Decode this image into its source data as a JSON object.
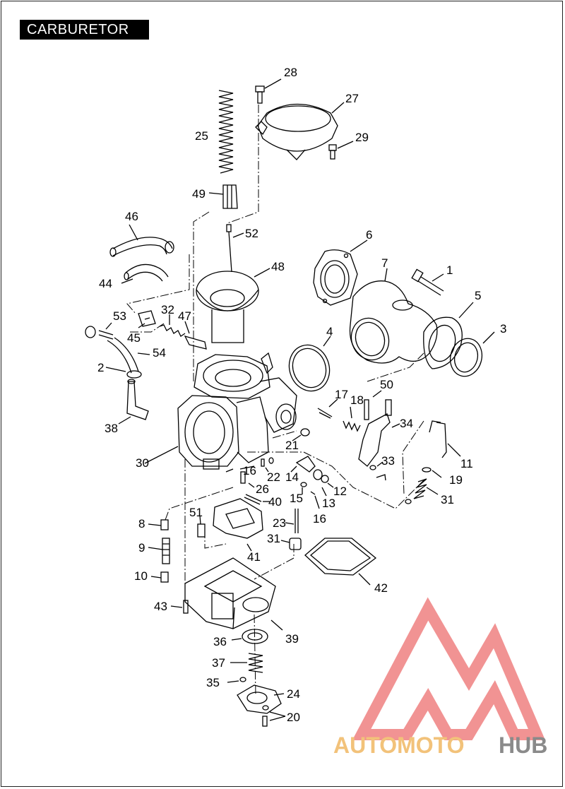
{
  "title": "CARBURETOR",
  "watermark": {
    "part1": "AUTOMOTO",
    "part2": "HUB",
    "color_part1": "#f2c27a",
    "color_part2": "#8a8a8a",
    "logo_color": "#ee8080"
  },
  "callouts": [
    {
      "id": "c1",
      "text": "1"
    },
    {
      "id": "c2",
      "text": "2"
    },
    {
      "id": "c3",
      "text": "3"
    },
    {
      "id": "c4",
      "text": "4"
    },
    {
      "id": "c5",
      "text": "5"
    },
    {
      "id": "c6",
      "text": "6"
    },
    {
      "id": "c7",
      "text": "7"
    },
    {
      "id": "c8",
      "text": "8"
    },
    {
      "id": "c9",
      "text": "9"
    },
    {
      "id": "c10",
      "text": "10"
    },
    {
      "id": "c11",
      "text": "11"
    },
    {
      "id": "c12",
      "text": "12"
    },
    {
      "id": "c13",
      "text": "13"
    },
    {
      "id": "c14",
      "text": "14"
    },
    {
      "id": "c15",
      "text": "15"
    },
    {
      "id": "c16a",
      "text": "16"
    },
    {
      "id": "c16b",
      "text": "16"
    },
    {
      "id": "c17",
      "text": "17"
    },
    {
      "id": "c18",
      "text": "18"
    },
    {
      "id": "c19",
      "text": "19"
    },
    {
      "id": "c20",
      "text": "20"
    },
    {
      "id": "c21",
      "text": "21"
    },
    {
      "id": "c22",
      "text": "22"
    },
    {
      "id": "c23",
      "text": "23"
    },
    {
      "id": "c24",
      "text": "24"
    },
    {
      "id": "c25",
      "text": "25"
    },
    {
      "id": "c26",
      "text": "26"
    },
    {
      "id": "c27",
      "text": "27"
    },
    {
      "id": "c28",
      "text": "28"
    },
    {
      "id": "c29",
      "text": "29"
    },
    {
      "id": "c30",
      "text": "30"
    },
    {
      "id": "c31a",
      "text": "31"
    },
    {
      "id": "c31b",
      "text": "31"
    },
    {
      "id": "c32",
      "text": "32"
    },
    {
      "id": "c33",
      "text": "33"
    },
    {
      "id": "c34",
      "text": "34"
    },
    {
      "id": "c35",
      "text": "35"
    },
    {
      "id": "c36",
      "text": "36"
    },
    {
      "id": "c37",
      "text": "37"
    },
    {
      "id": "c38",
      "text": "38"
    },
    {
      "id": "c39",
      "text": "39"
    },
    {
      "id": "c40",
      "text": "40"
    },
    {
      "id": "c41",
      "text": "41"
    },
    {
      "id": "c42",
      "text": "42"
    },
    {
      "id": "c43",
      "text": "43"
    },
    {
      "id": "c44",
      "text": "44"
    },
    {
      "id": "c45",
      "text": "45"
    },
    {
      "id": "c46",
      "text": "46"
    },
    {
      "id": "c47",
      "text": "47"
    },
    {
      "id": "c48",
      "text": "48"
    },
    {
      "id": "c49",
      "text": "49"
    },
    {
      "id": "c50",
      "text": "50"
    },
    {
      "id": "c51",
      "text": "51"
    },
    {
      "id": "c52",
      "text": "52"
    },
    {
      "id": "c53",
      "text": "53"
    },
    {
      "id": "c54",
      "text": "54"
    }
  ]
}
